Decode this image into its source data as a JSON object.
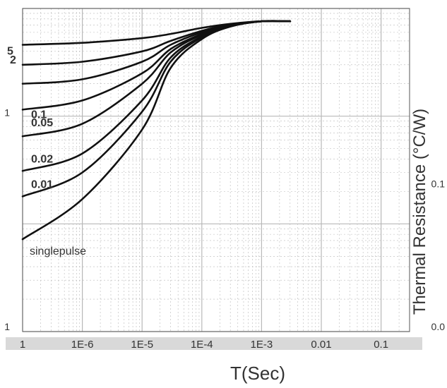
{
  "chart_data": {
    "type": "line",
    "title": "",
    "xlabel": "T(Sec)",
    "ylabel": "Thermal Resistance (°C/W)",
    "x_scale": "log",
    "y_scale": "log",
    "xlim": [
      1e-07,
      0.3
    ],
    "ylim": [
      0.001,
      1
    ],
    "grid": true,
    "legend": "inline",
    "x_tick_labels": [
      "1",
      "1E-6",
      "1E-5",
      "1E-4",
      "1E-3",
      "0.01",
      "0.1"
    ],
    "x_ticks": [
      1e-07,
      1e-06,
      1e-05,
      0.0001,
      0.001,
      0.01,
      0.1
    ],
    "y_tick_labels_left": [
      "1",
      "1"
    ],
    "y_tick_labels_right": [
      "0.1",
      "0.0"
    ],
    "series_labels": [
      "5",
      "2",
      "0.1",
      "0.05",
      "0.02",
      "0.01",
      "singlepulse"
    ],
    "series": [
      {
        "label": "5",
        "x": [
          1e-07,
          1e-06,
          1e-05,
          3e-05,
          0.0001,
          0.0003,
          0.001,
          0.003
        ],
        "y": [
          0.46,
          0.48,
          0.53,
          0.58,
          0.66,
          0.72,
          0.76,
          0.76
        ]
      },
      {
        "label": "2",
        "x": [
          1e-07,
          1e-06,
          1e-05,
          3e-05,
          0.0001,
          0.0003,
          0.001,
          0.003
        ],
        "y": [
          0.3,
          0.32,
          0.4,
          0.5,
          0.62,
          0.71,
          0.76,
          0.76
        ]
      },
      {
        "label": "",
        "x": [
          1e-07,
          1e-06,
          1e-05,
          3e-05,
          0.0001,
          0.0003,
          0.001,
          0.003
        ],
        "y": [
          0.2,
          0.22,
          0.32,
          0.46,
          0.6,
          0.7,
          0.76,
          0.76
        ]
      },
      {
        "label": "0.1",
        "x": [
          1e-07,
          1e-06,
          1e-05,
          3e-05,
          0.0001,
          0.0003,
          0.001,
          0.003
        ],
        "y": [
          0.115,
          0.14,
          0.25,
          0.42,
          0.58,
          0.7,
          0.76,
          0.76
        ]
      },
      {
        "label": "0.05",
        "x": [
          1e-07,
          1e-06,
          1e-05,
          3e-05,
          0.0001,
          0.0003,
          0.001,
          0.003
        ],
        "y": [
          0.065,
          0.085,
          0.2,
          0.39,
          0.57,
          0.69,
          0.76,
          0.76
        ]
      },
      {
        "label": "0.02",
        "x": [
          1e-07,
          1e-06,
          1e-05,
          3e-05,
          0.0001,
          0.0003,
          0.001,
          0.003
        ],
        "y": [
          0.031,
          0.045,
          0.14,
          0.35,
          0.55,
          0.69,
          0.76,
          0.76
        ]
      },
      {
        "label": "0.01",
        "x": [
          1e-07,
          1e-06,
          1e-05,
          3e-05,
          0.0001,
          0.0003,
          0.001,
          0.003
        ],
        "y": [
          0.018,
          0.03,
          0.11,
          0.32,
          0.54,
          0.68,
          0.76,
          0.76
        ]
      },
      {
        "label": "singlepulse",
        "x": [
          1e-07,
          1e-06,
          1e-05,
          3e-05,
          0.0001,
          0.0003,
          0.001,
          0.003
        ],
        "y": [
          0.0072,
          0.017,
          0.075,
          0.28,
          0.52,
          0.68,
          0.76,
          0.76
        ]
      }
    ],
    "colors": {
      "curve": "#111111",
      "grid": "#b8b8b8",
      "background": "#ffffff"
    }
  }
}
